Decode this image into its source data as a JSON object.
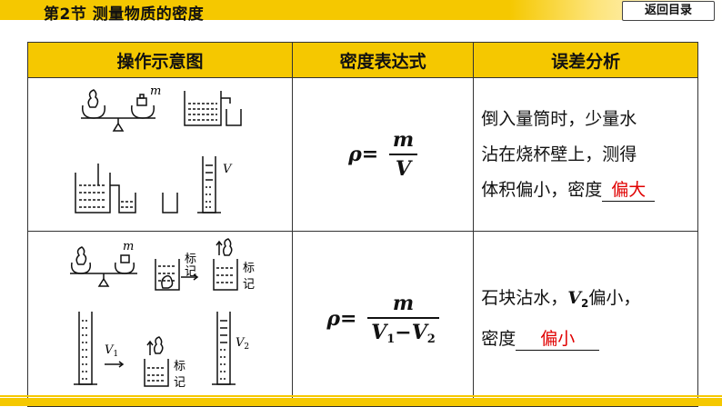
{
  "header": {
    "title": "第2节  测量物质的密度",
    "back_label": "返回目录"
  },
  "table": {
    "columns": [
      "操作示意图",
      "密度表达式",
      "误差分析"
    ],
    "rows": [
      {
        "diagram_labels": {
          "m": "m",
          "V": "V"
        },
        "formula": {
          "rho": "ρ",
          "eq": "=",
          "numerator": "m",
          "denominator": "V"
        },
        "analysis_lines": [
          "倒入量筒时，少量水",
          "沾在烧杯壁上，测得",
          "体积偏小，密度"
        ],
        "answer": "偏大"
      },
      {
        "diagram_labels": {
          "m": "m",
          "mark1": "标",
          "mark2": "记",
          "V1": "V",
          "V1_sub": "1",
          "V2": "V",
          "V2_sub": "2"
        },
        "formula": {
          "rho": "ρ",
          "eq": "=",
          "numerator": "m",
          "den_v1": "V",
          "den_v1_sub": "1",
          "den_minus": "−",
          "den_v2": "V",
          "den_v2_sub": "2"
        },
        "analysis_prefix": "石块沾水，",
        "analysis_var": "V",
        "analysis_var_sub": "2",
        "analysis_suffix": "偏小，",
        "analysis_line2": "密度",
        "answer": "偏小"
      }
    ]
  }
}
